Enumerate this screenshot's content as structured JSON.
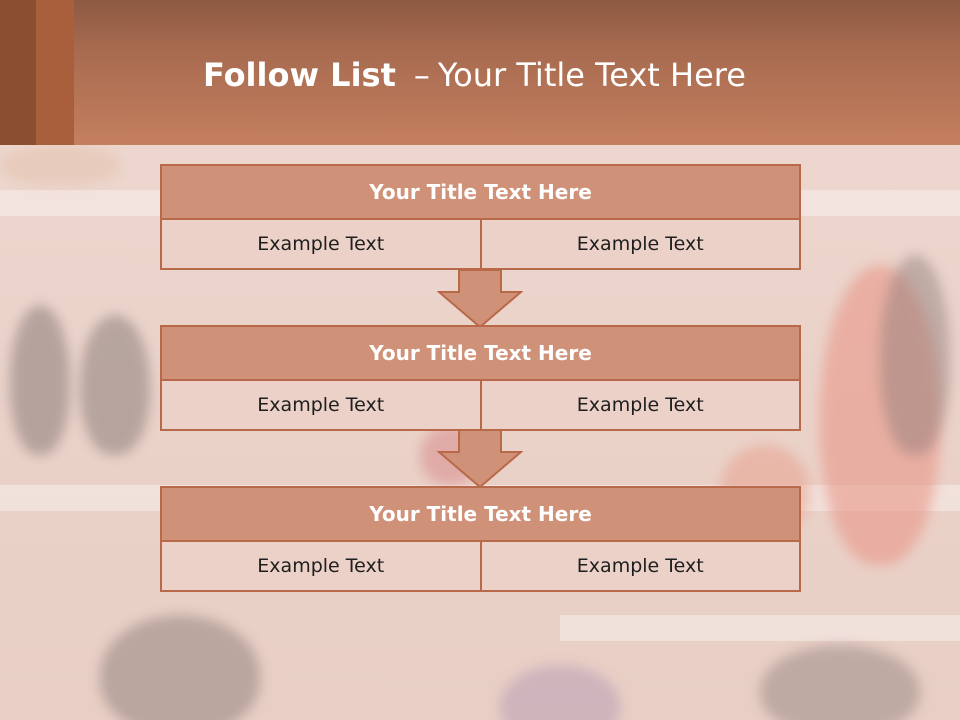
{
  "slide": {
    "title_bold": "Follow List",
    "title_dash": "–",
    "title_rest": "Your Title Text Here"
  },
  "blocks": [
    {
      "title": "Your Title Text Here",
      "left": "Example Text",
      "right": "Example Text"
    },
    {
      "title": "Your Title Text Here",
      "left": "Example Text",
      "right": "Example Text"
    },
    {
      "title": "Your Title Text Here",
      "left": "Example Text",
      "right": "Example Text"
    }
  ],
  "colors": {
    "header": "#c47f5e",
    "block_head": "#cf9177",
    "block_row": "#ecd1c8",
    "border": "#b8694a"
  }
}
